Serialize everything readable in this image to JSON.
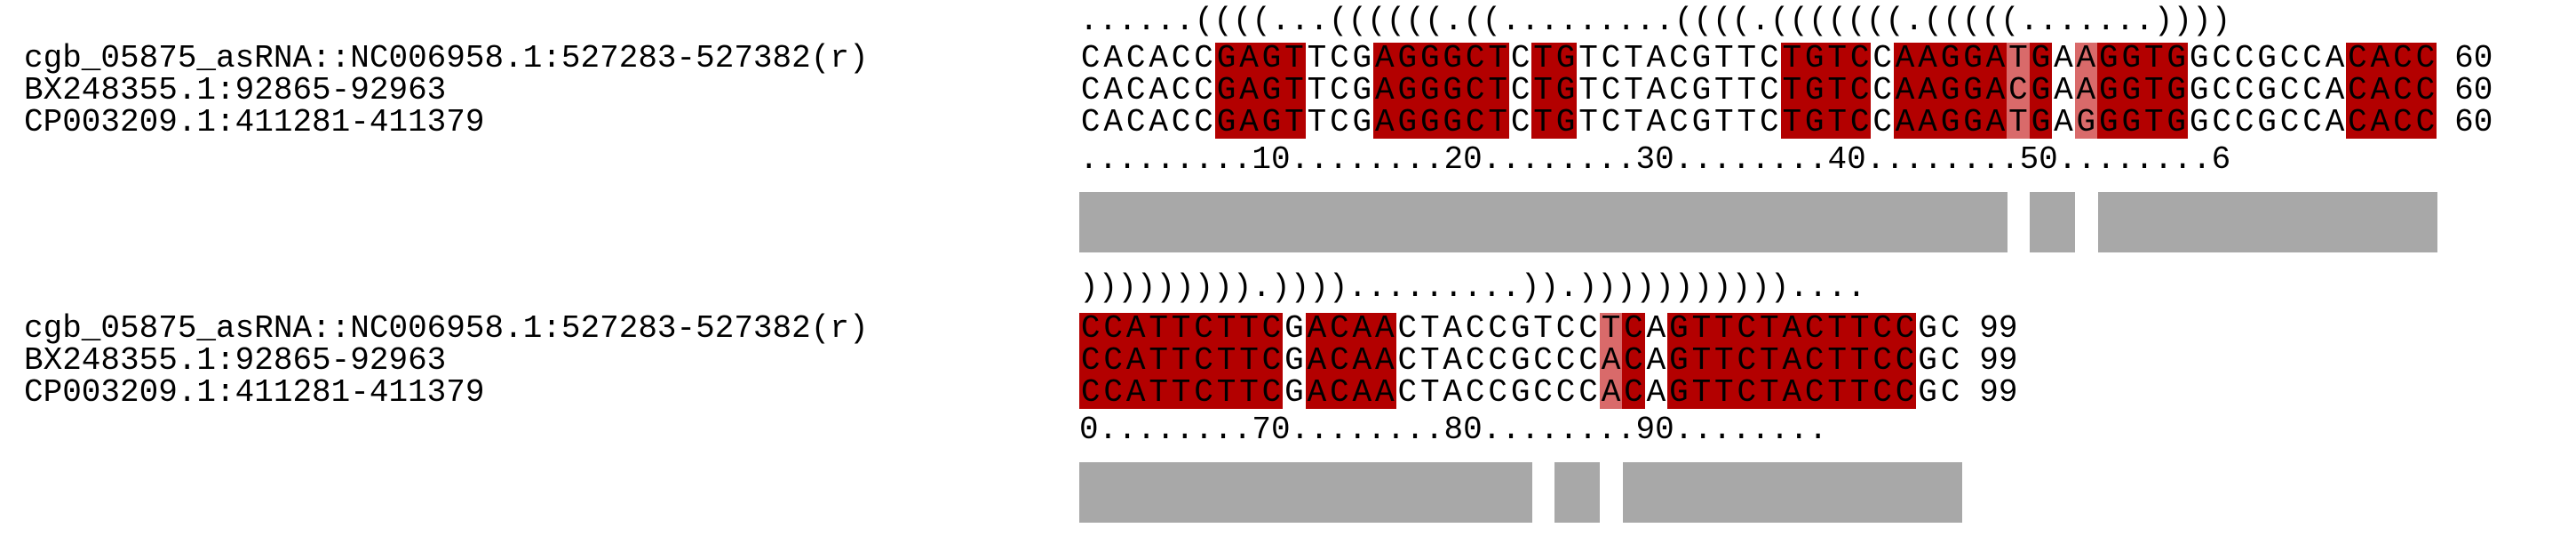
{
  "blocks": [
    {
      "structure": "......((((...((((((.((.........((((.(((((((.(((((.......))))",
      "ruler": ".........10........20........30........40........50........6",
      "rows": [
        {
          "name": "cgb_05875_asRNA::NC006958.1:527283-527382(r)",
          "seq": "CACACCGAGTTCGAGGGCTCTGTCTACGTTCTGTCCAAGGATGAAGGTGGCCGCCACACC",
          "end": "60"
        },
        {
          "name": "BX248355.1:92865-92963",
          "seq": "CACACCGAGTTCGAGGGCTCTGTCTACGTTCTGTCCAAGGACGAAGGTGGCCGCCACACC",
          "end": "60"
        },
        {
          "name": "CP003209.1:411281-411379",
          "seq": "CACACCGAGTTCGAGGGCTCTGTCTACGTTCTGTCCAAGGATGAGGGTGGCCGCCACACC",
          "end": "60"
        }
      ],
      "conservation_gaps": [
        41,
        44
      ]
    },
    {
      "structure": "))))))))).)))).........)).)))))))))))....",
      "ruler": "0........70........80........90........",
      "rows": [
        {
          "name": "cgb_05875_asRNA::NC006958.1:527283-527382(r)",
          "seq": "CCATTCTTCGACAACTACCGTCCTCAGTTCTACTTCCGC",
          "end": "99"
        },
        {
          "name": "BX248355.1:92865-92963",
          "seq": "CCATTCTTCGACAACTACCGCCCACAGTTCTACTTCCGC",
          "end": "99"
        },
        {
          "name": "CP003209.1:411281-411379",
          "seq": "CCATTCTTCGACAACTACCGCCCACAGTTCTACTTCCGC",
          "end": "99"
        }
      ],
      "conservation_gaps": [
        20,
        23
      ]
    }
  ],
  "colors": {
    "paired": "#b30000",
    "paired_variant": "#d96a6a",
    "conservation": "#a8a8a8"
  }
}
